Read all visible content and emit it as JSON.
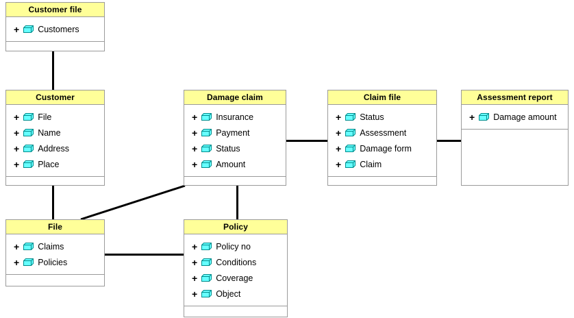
{
  "diagram": {
    "type": "uml-class-diagram",
    "title": "",
    "colors": {
      "title_fill": "#ffff99",
      "box_fill": "#ffffff",
      "box_border": "#9a9a9a",
      "icon_fill": "#66ffff",
      "icon_stroke": "#008b8b",
      "link": "#000000"
    },
    "icon_name": "attribute-cube-icon",
    "visibility_marker": "+",
    "classes": [
      {
        "id": "customer-file",
        "name": "Customer file",
        "attributes": [
          "Customers"
        ]
      },
      {
        "id": "customer",
        "name": "Customer",
        "attributes": [
          "File",
          "Name",
          "Address",
          "Place"
        ]
      },
      {
        "id": "damage-claim",
        "name": "Damage claim",
        "attributes": [
          "Insurance",
          "Payment",
          "Status",
          "Amount"
        ]
      },
      {
        "id": "claim-file",
        "name": "Claim file",
        "attributes": [
          "Status",
          "Assessment",
          "Damage form",
          "Claim"
        ]
      },
      {
        "id": "assessment-report",
        "name": "Assessment report",
        "attributes": [
          "Damage amount"
        ]
      },
      {
        "id": "file",
        "name": "File",
        "attributes": [
          "Claims",
          "Policies"
        ]
      },
      {
        "id": "policy",
        "name": "Policy",
        "attributes": [
          "Policy no",
          "Conditions",
          "Coverage",
          "Object"
        ]
      }
    ],
    "associations": [
      {
        "from": "customer-file",
        "to": "customer",
        "style": "vertical"
      },
      {
        "from": "customer",
        "to": "file",
        "style": "vertical"
      },
      {
        "from": "damage-claim",
        "to": "policy",
        "style": "vertical"
      },
      {
        "from": "damage-claim",
        "to": "claim-file",
        "style": "horizontal"
      },
      {
        "from": "claim-file",
        "to": "assessment-report",
        "style": "horizontal"
      },
      {
        "from": "file",
        "to": "policy",
        "style": "horizontal"
      },
      {
        "from": "damage-claim",
        "to": "file",
        "style": "diagonal"
      }
    ]
  }
}
